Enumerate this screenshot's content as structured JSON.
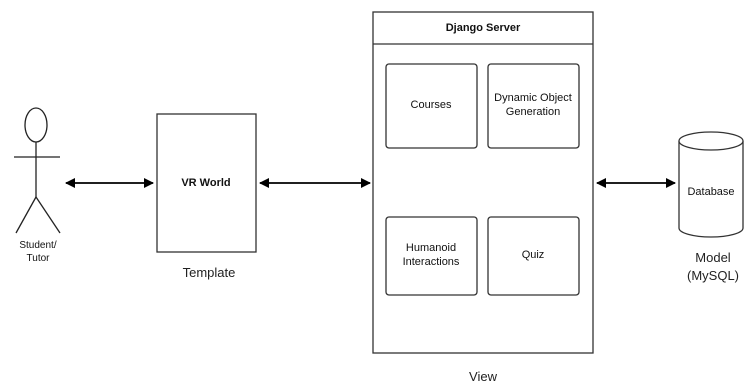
{
  "actor": {
    "line1": "Student/",
    "line2": "Tutor"
  },
  "template": {
    "box_label": "VR World",
    "caption": "Template"
  },
  "server": {
    "title": "Django Server",
    "modules": {
      "courses": "Courses",
      "dynamic_line1": "Dynamic Object",
      "dynamic_line2": "Generation",
      "humanoid_line1": "Humanoid",
      "humanoid_line2": "Interactions",
      "quiz": "Quiz"
    },
    "caption": "View"
  },
  "database": {
    "label": "Database",
    "caption_line1": "Model",
    "caption_line2": "(MySQL)"
  },
  "connections": [
    {
      "from": "actor",
      "to": "template",
      "type": "bidirectional"
    },
    {
      "from": "template",
      "to": "server",
      "type": "bidirectional"
    },
    {
      "from": "server",
      "to": "database",
      "type": "bidirectional"
    }
  ]
}
